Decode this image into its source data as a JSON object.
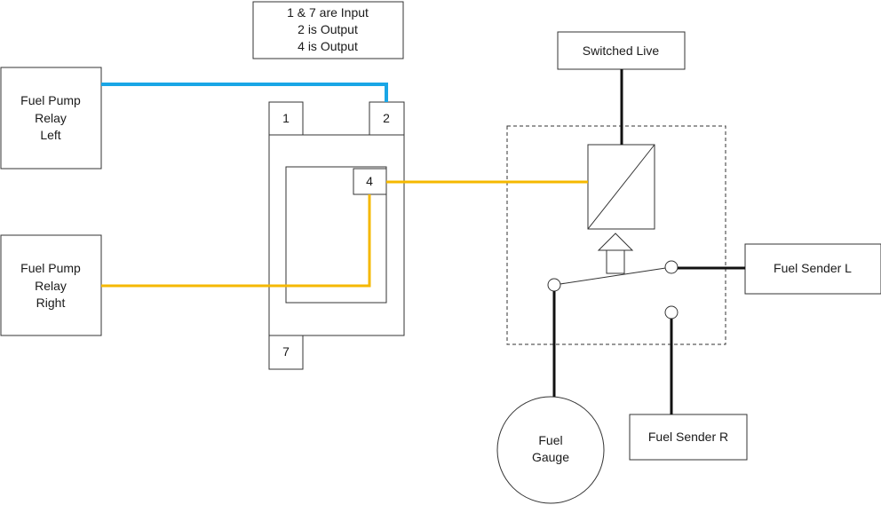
{
  "note": {
    "lines": [
      "1 & 7 are Input",
      "2 is Output",
      "4 is Output"
    ]
  },
  "relays": {
    "left": [
      "Fuel Pump",
      "Relay",
      "Left"
    ],
    "right": [
      "Fuel Pump",
      "Relay",
      "Right"
    ]
  },
  "module": {
    "pin1": "1",
    "pin2": "2",
    "pin4": "4",
    "pin7": "7"
  },
  "switched_live": "Switched Live",
  "fuel_sender_l": "Fuel Sender L",
  "fuel_sender_r": "Fuel Sender R",
  "fuel_gauge": [
    "Fuel",
    "Gauge"
  ],
  "colors": {
    "blue_wire": "#1aa6e6",
    "yellow_wire": "#f5b800",
    "black_wire": "#111111",
    "outline": "#333333"
  }
}
